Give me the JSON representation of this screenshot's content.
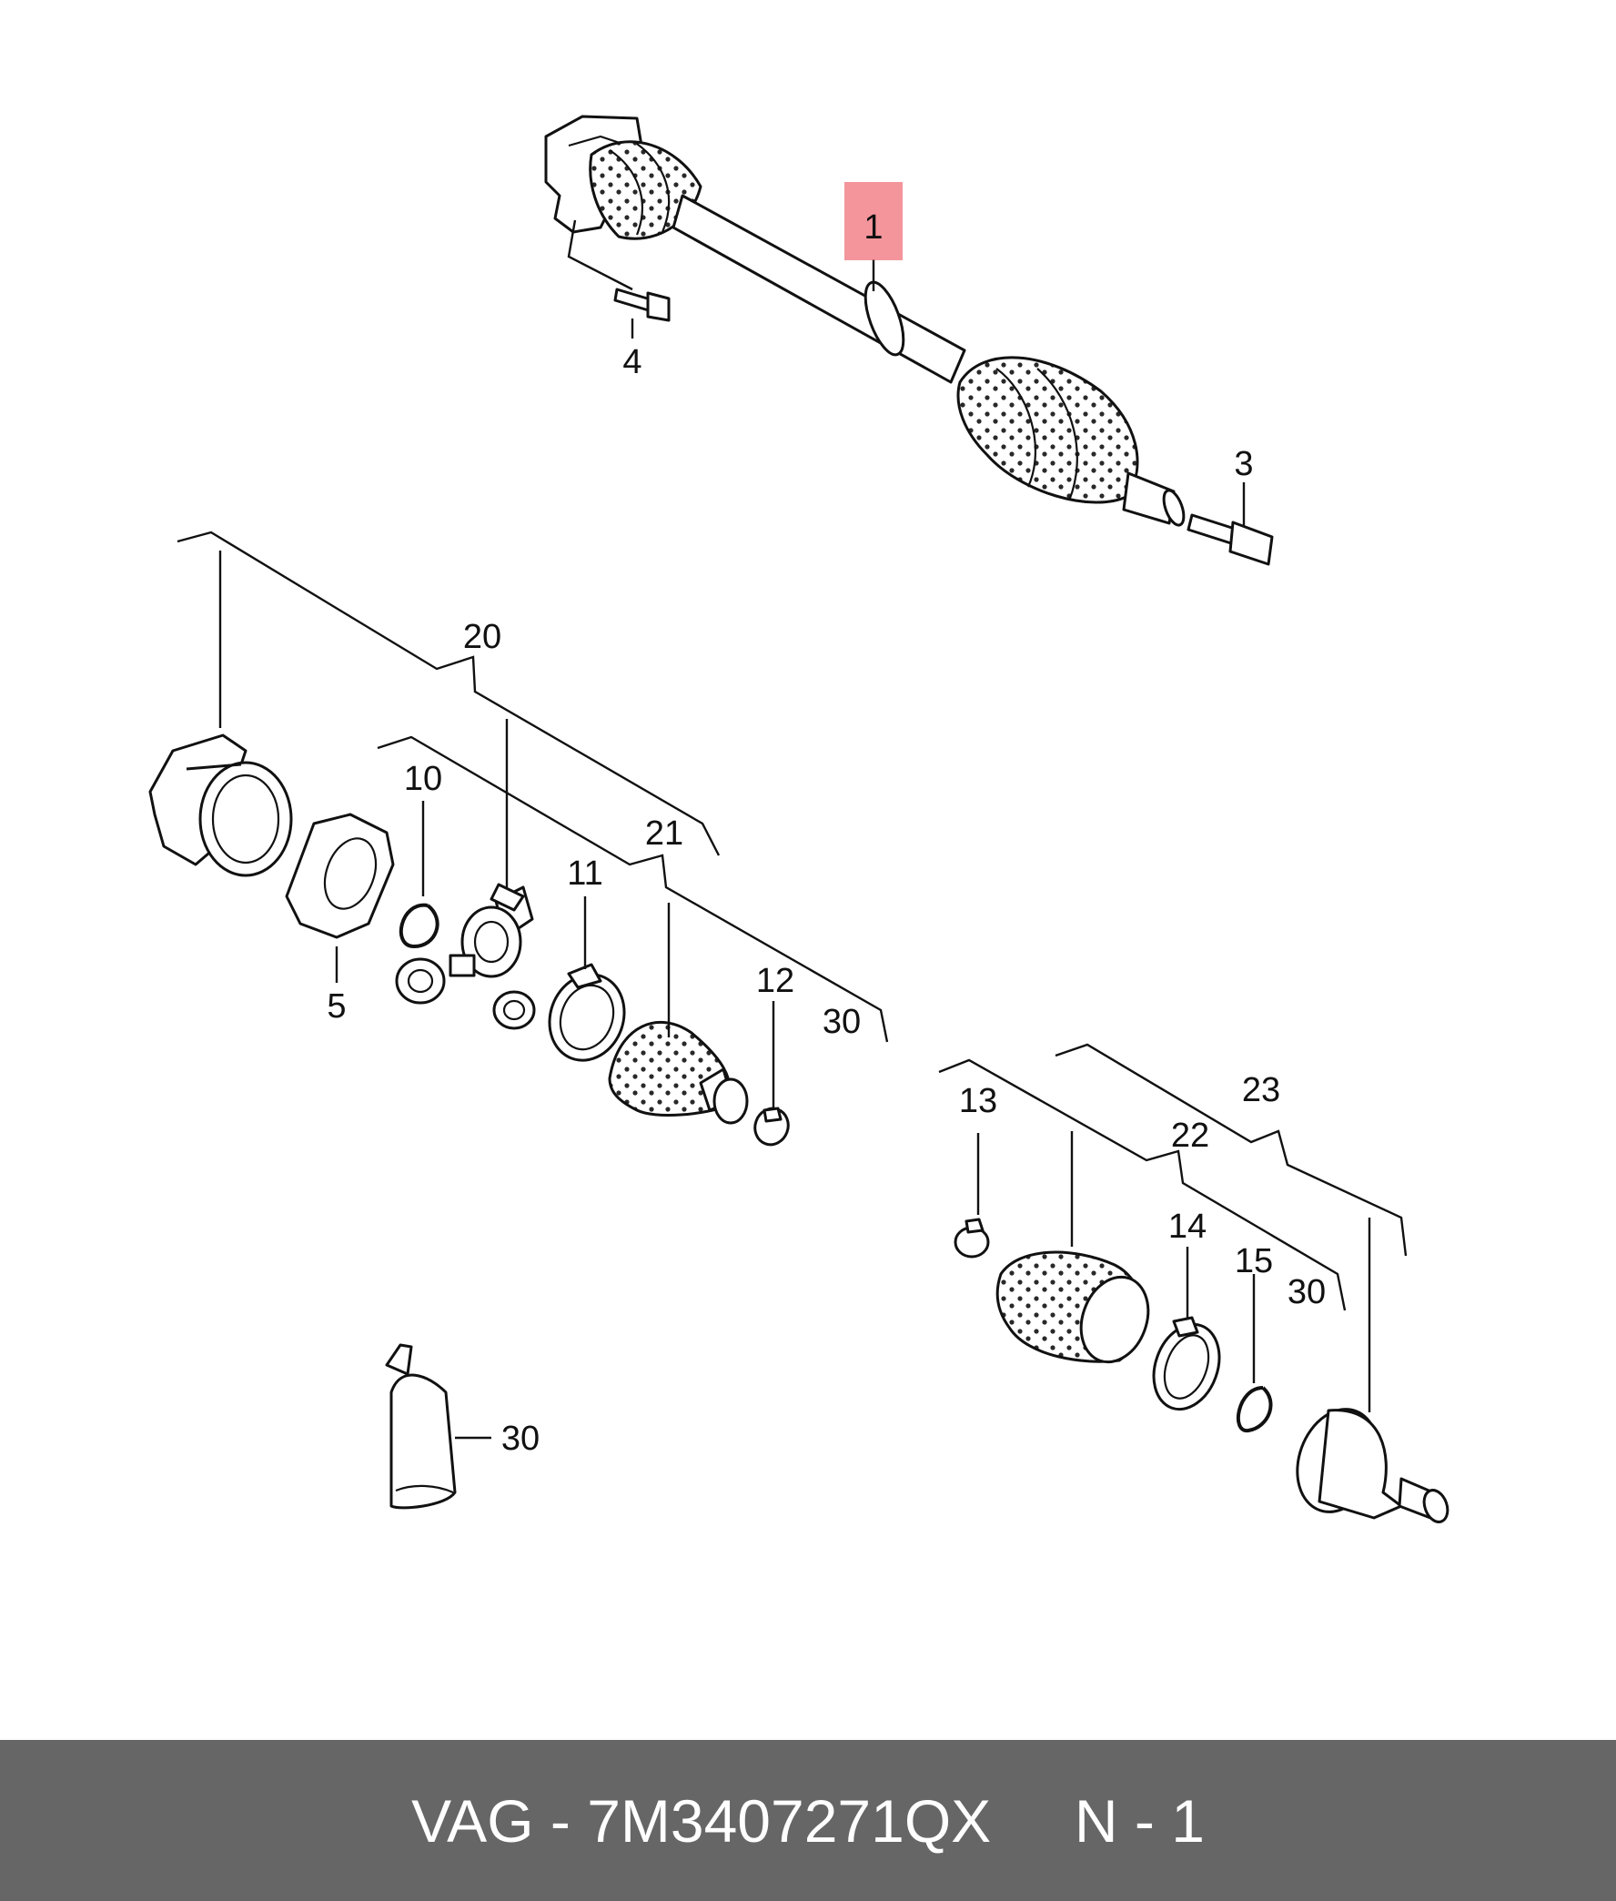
{
  "footer": {
    "brand": "VAG",
    "separator": " - ",
    "part_number": "7M3407271QX",
    "page_ref": "N - 1"
  },
  "highlight_color": "#f0727a",
  "callouts": [
    {
      "id": "c1",
      "label": "1",
      "highlighted": true
    },
    {
      "id": "c3",
      "label": "3"
    },
    {
      "id": "c4",
      "label": "4"
    },
    {
      "id": "c5",
      "label": "5"
    },
    {
      "id": "c10",
      "label": "10"
    },
    {
      "id": "c11",
      "label": "11"
    },
    {
      "id": "c12",
      "label": "12"
    },
    {
      "id": "c13",
      "label": "13"
    },
    {
      "id": "c14",
      "label": "14"
    },
    {
      "id": "c15",
      "label": "15"
    },
    {
      "id": "c20",
      "label": "20"
    },
    {
      "id": "c21",
      "label": "21"
    },
    {
      "id": "c22",
      "label": "22"
    },
    {
      "id": "c23",
      "label": "23"
    },
    {
      "id": "c30a",
      "label": "30"
    },
    {
      "id": "c30b",
      "label": "30"
    },
    {
      "id": "c30c",
      "label": "30"
    }
  ]
}
